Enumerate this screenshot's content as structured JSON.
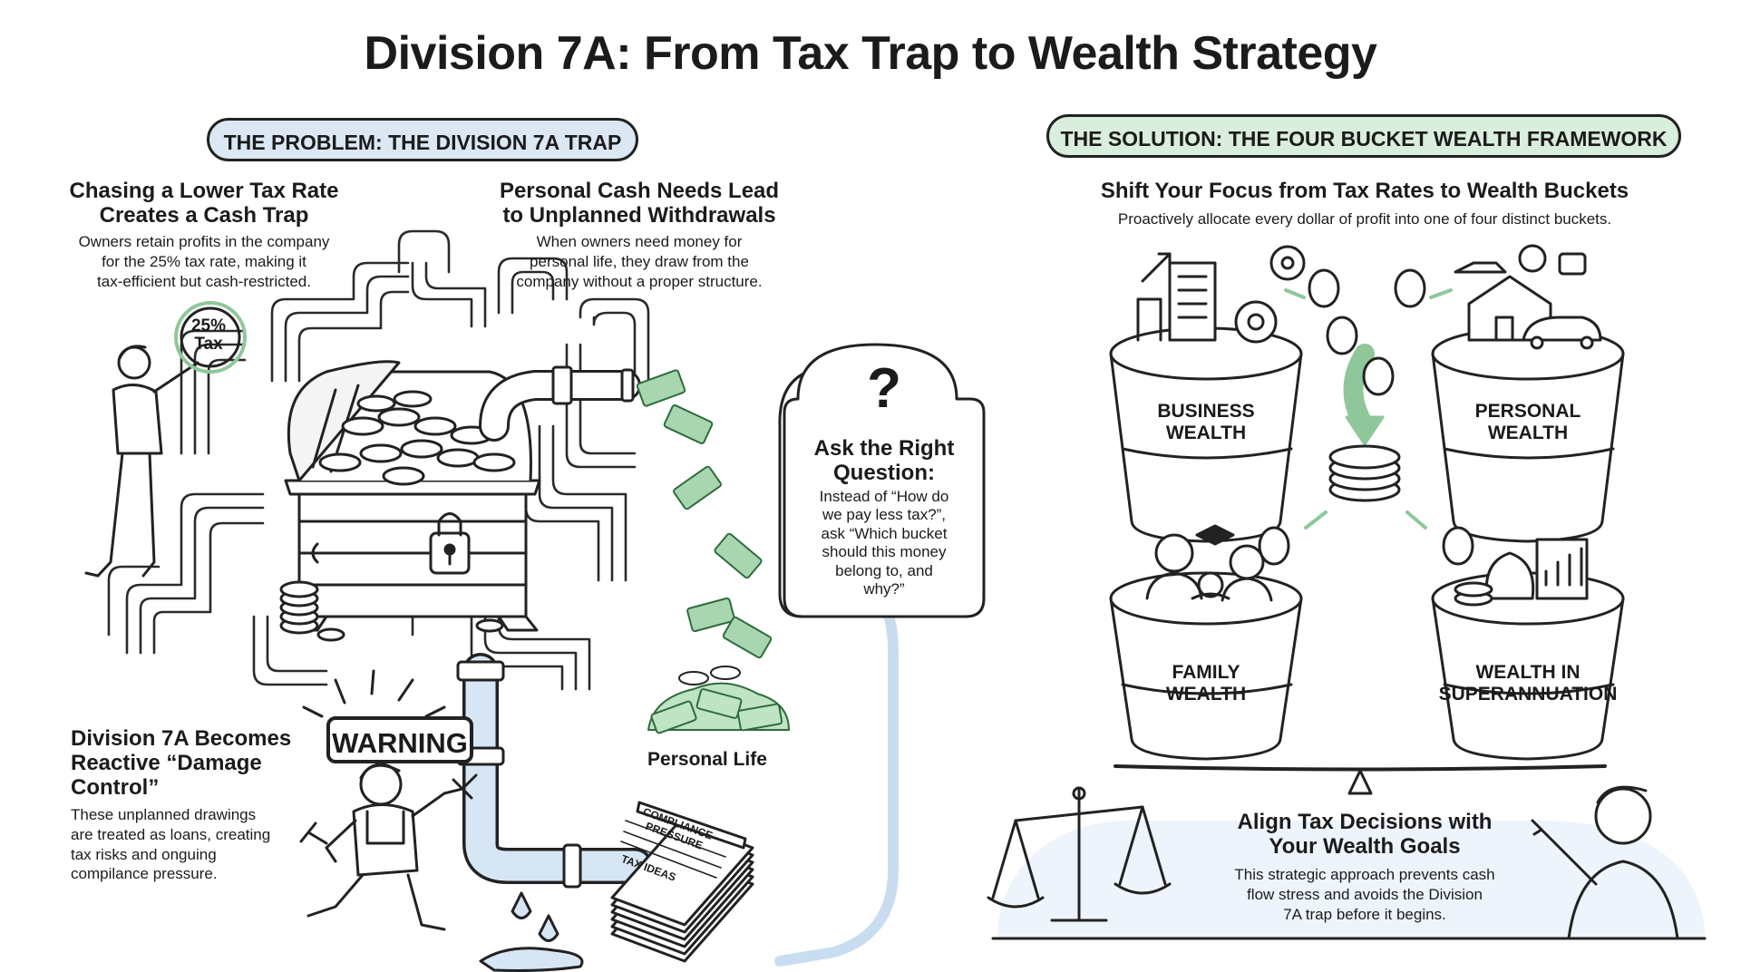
{
  "title": "Division 7A: From Tax Trap to Wealth Strategy",
  "problem": {
    "pill": "THE PROBLEM: THE DIVISION 7A TRAP",
    "block1": {
      "heading_l1": "Chasing a Lower Tax Rate",
      "heading_l2": "Creates a Cash Trap",
      "body_l1": "Owners retain profits in the company",
      "body_l2": "for the 25% tax rate, making it",
      "body_l3": "tax-efficient but cash-restricted."
    },
    "block2": {
      "heading_l1": "Personal Cash Needs Lead",
      "heading_l2": "to Unplanned Withdrawals",
      "body_l1": "When owners need money for",
      "body_l2": "personal life, they draw from the",
      "body_l3": "company without a proper structure."
    },
    "block3": {
      "heading_l1": "Division 7A Becomes",
      "heading_l2": "Reactive “Damage",
      "heading_l3": "Control”",
      "body_l1": "These unplanned drawings",
      "body_l2": "are treated as loans, creating",
      "body_l3": "tax risks and onguing",
      "body_l4": "compilance pressure."
    },
    "question": {
      "mark": "?",
      "heading_l1": "Ask the Right",
      "heading_l2": "Question:",
      "body_l1": "Instead of “How do",
      "body_l2": "we pay less tax?”,",
      "body_l3": "ask “Which bucket",
      "body_l4": "should this money",
      "body_l5": "belong to, and",
      "body_l6": "why?”"
    },
    "tax_badge_l1": "25%",
    "tax_badge_l2": "Tax",
    "warning": "WARNING",
    "personal_life": "Personal Life",
    "doc_l1": "COMPLIANCE",
    "doc_l2": "PRESSURE",
    "doc_l3": "TAX IDEAS"
  },
  "solution": {
    "pill": "THE SOLUTION: THE FOUR BUCKET WEALTH FRAMEWORK",
    "heading": "Shift Your Focus from Tax Rates to Wealth Buckets",
    "sub": "Proactively allocate every dollar of profit into one of four distinct buckets.",
    "buckets": [
      {
        "l1": "BUSINESS",
        "l2": "WEALTH"
      },
      {
        "l1": "PERSONAL",
        "l2": "WEALTH"
      },
      {
        "l1": "FAMILY",
        "l2": "WEALTH"
      },
      {
        "l1": "WEALTH IN",
        "l2": "SUPERANNUATION"
      }
    ],
    "align": {
      "heading_l1": "Align Tax Decisions with",
      "heading_l2": "Your Wealth Goals",
      "body_l1": "This strategic approach prevents cash",
      "body_l2": "flow stress and avoids the Division",
      "body_l3": "7A trap before it begins."
    }
  },
  "colors": {
    "ink": "#1b1b1b",
    "problem_pill": "#dbe8f4",
    "solution_pill": "#d9eedc",
    "money_green": "#8fc79a",
    "pipe_blue": "#c9ddf0"
  }
}
